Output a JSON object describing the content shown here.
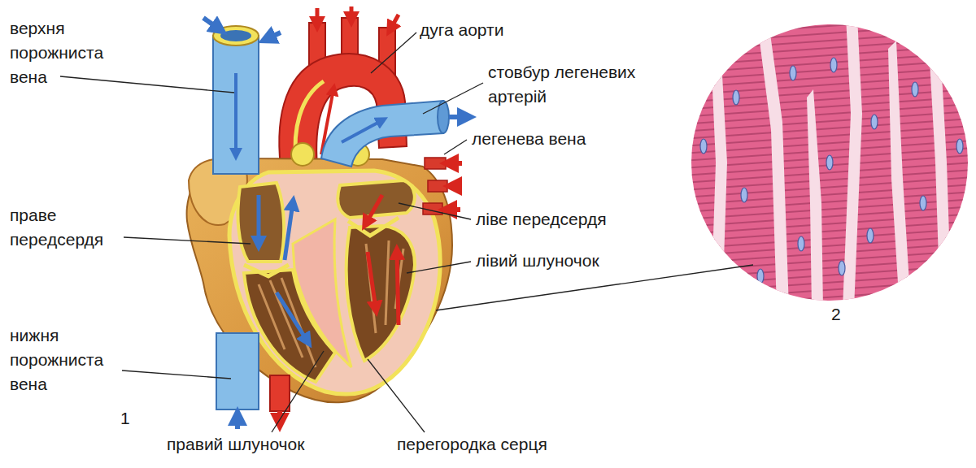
{
  "diagram": {
    "labels": [
      "верхня порожниста вена",
      "дуга аорти",
      "стовбур легеневих артерій",
      "легенева вена",
      "праве передсердя",
      "ліве передсердя",
      "лівий шлуночок",
      "нижня порожниста вена",
      "1",
      "правий шлуночок",
      "перегородка серця",
      "2"
    ]
  }
}
